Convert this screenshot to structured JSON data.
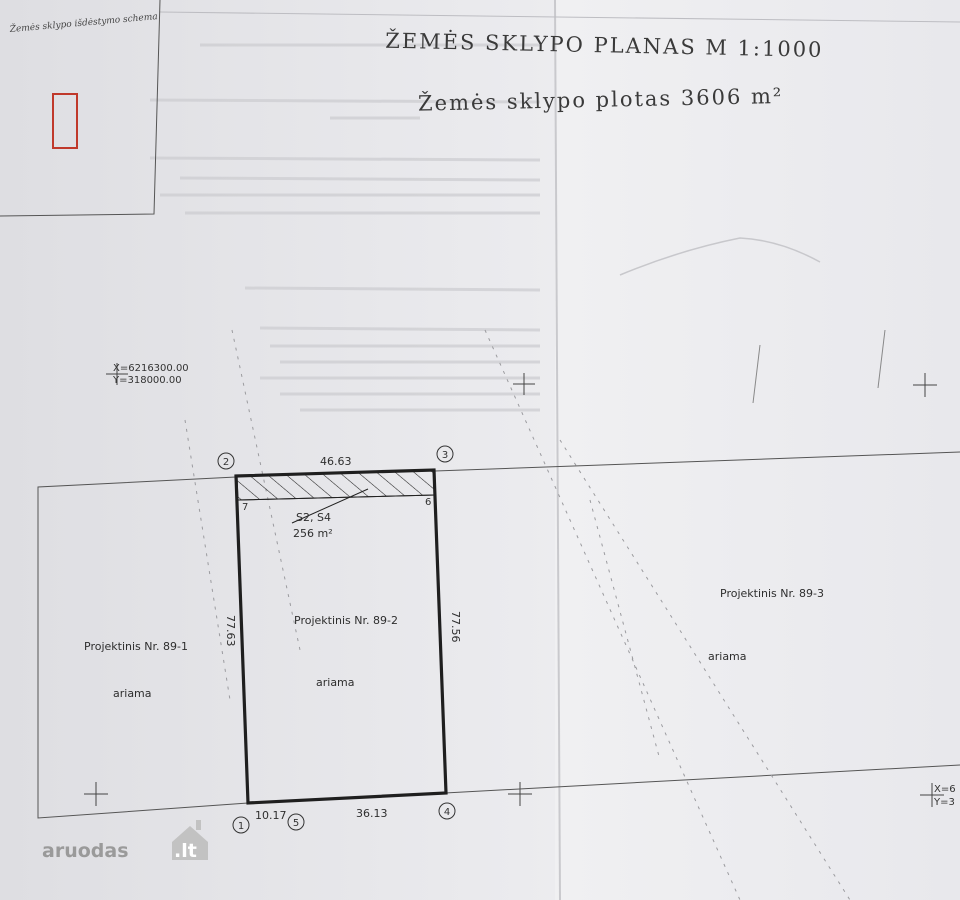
{
  "document": {
    "title": "ŽEMĖS   SKLYPO   PLANAS   M 1:1000",
    "subtitle": "Žemės  sklypo  plotas  3606  m²",
    "schema_label": "Žemės sklypo išdėstymo schema"
  },
  "coordinates": {
    "top_left_x": "X=6216300.00",
    "top_left_y": "Y=318000.00",
    "right_x": "X=6",
    "right_y": "Y=3"
  },
  "plot": {
    "top_length": "46.63",
    "left_length": "77.63",
    "right_length": "77.56",
    "bottom_left_length": "10.17",
    "bottom_right_length": "36.13",
    "servitude_line1": "S2, S4",
    "servitude_line2": "256 m²",
    "name": "Projektinis  Nr.  89-2",
    "use": "ariama"
  },
  "points": [
    "1",
    "2",
    "3",
    "4",
    "5",
    "6",
    "7"
  ],
  "neighbors": {
    "left_name": "Projektinis  Nr.  89-1",
    "left_use": "ariama",
    "right_name": "Projektinis  Nr.  89-3",
    "right_use": "ariama"
  },
  "watermark": {
    "brand": "aruodas",
    "tld": ".lt"
  }
}
